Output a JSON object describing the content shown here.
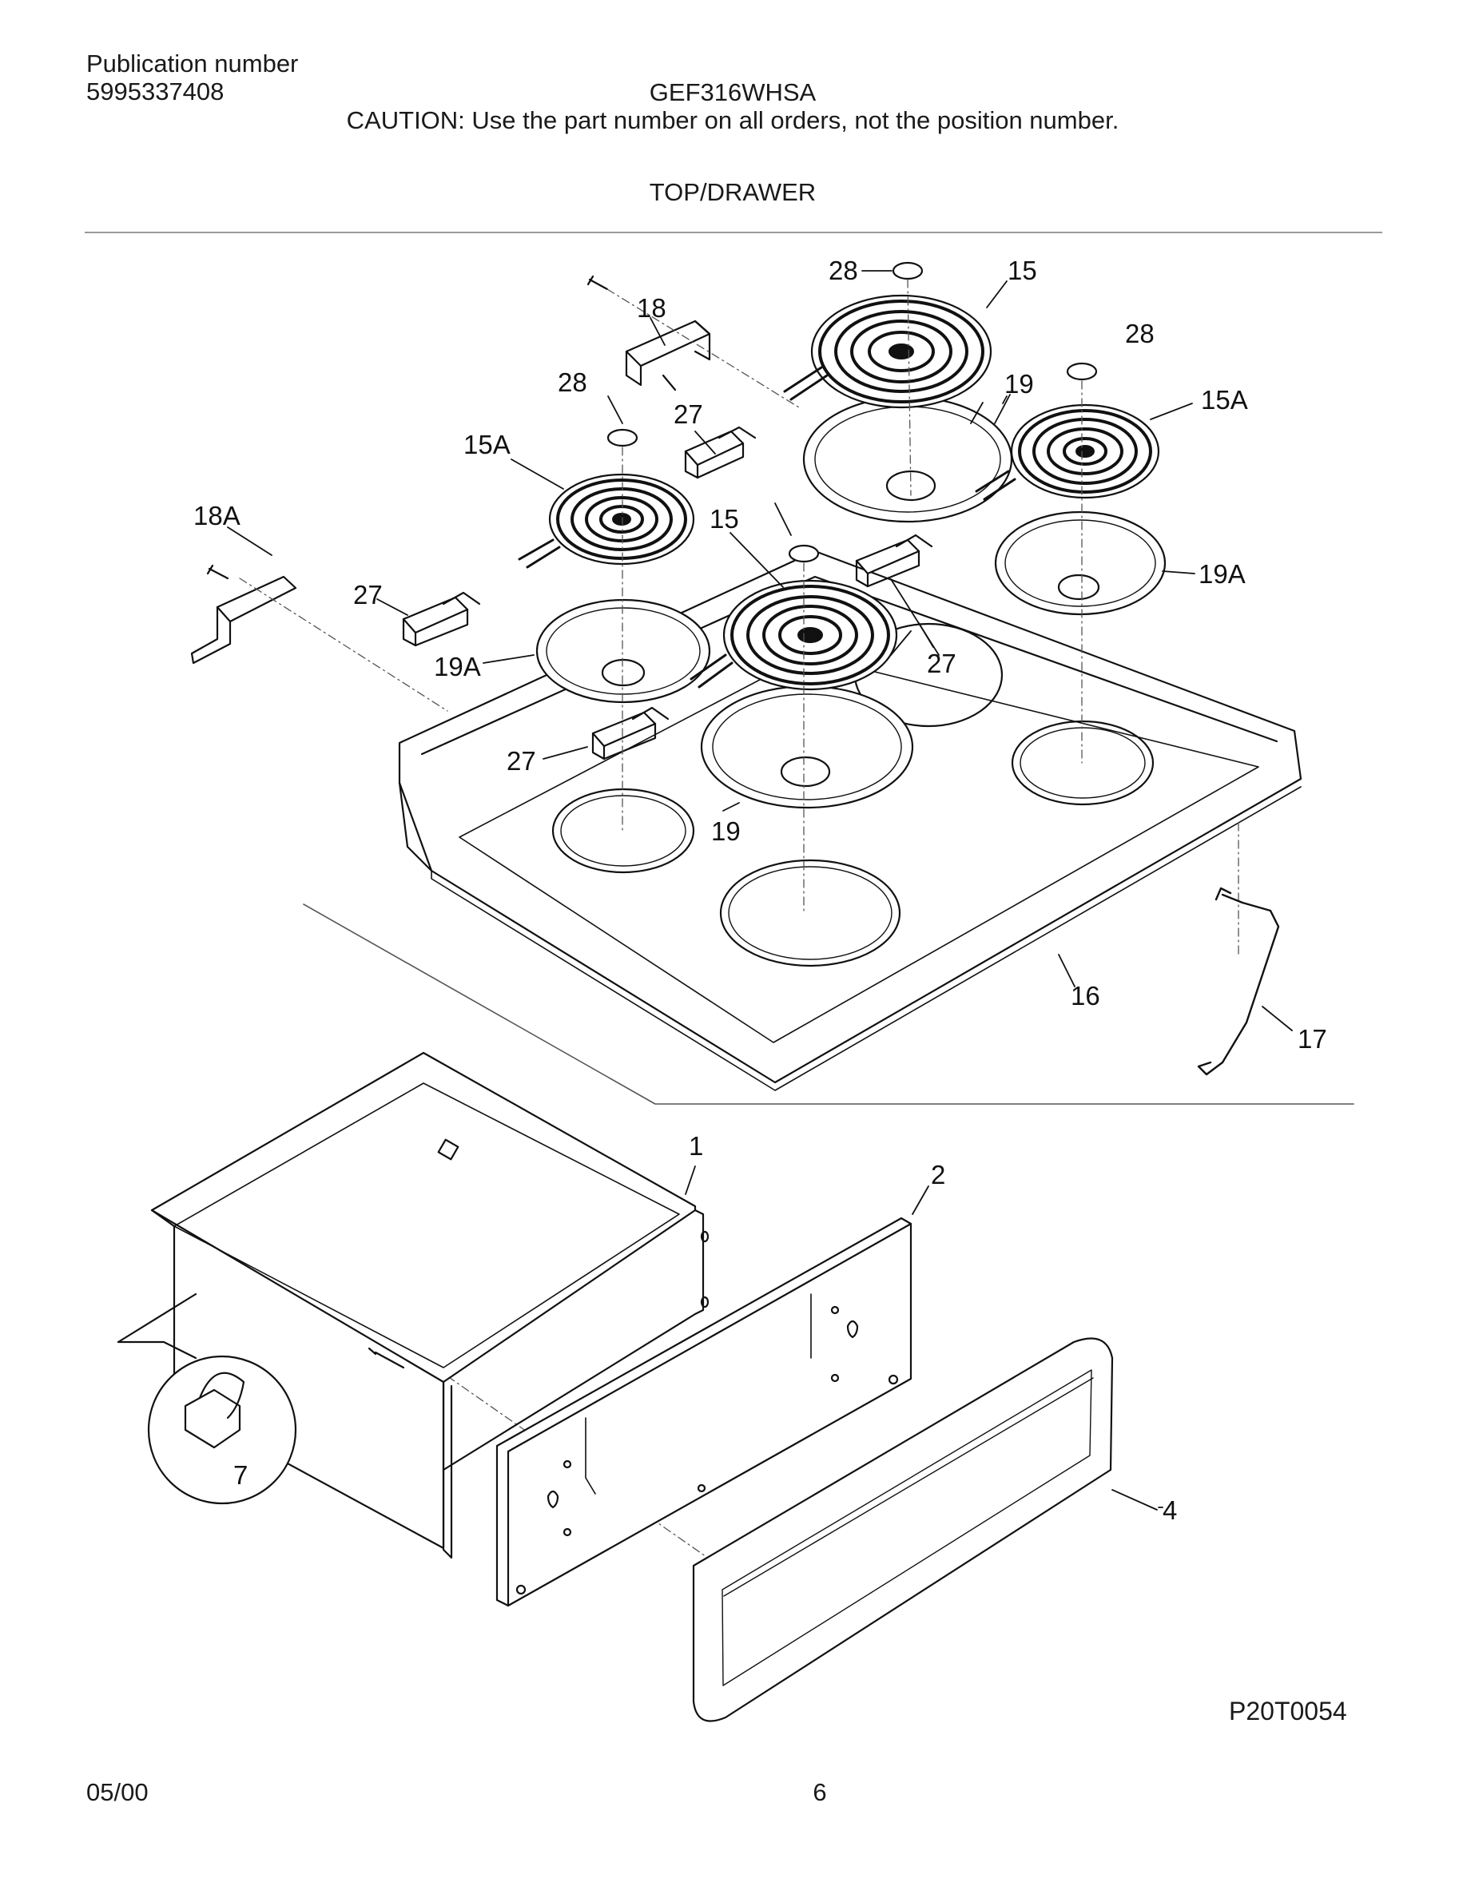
{
  "header": {
    "publication_label": "Publication number",
    "publication_number": "5995337408",
    "model": "GEF316WHSA",
    "caution": "CAUTION:  Use the part number on all orders, not the position number.",
    "section_title": "TOP/DRAWER"
  },
  "diagram": {
    "callouts": [
      "28",
      "15",
      "18",
      "28",
      "19",
      "15A",
      "27",
      "15A",
      "28",
      "15",
      "18A",
      "27",
      "19A",
      "27",
      "19A",
      "27",
      "19",
      "16",
      "17",
      "1",
      "2",
      "7",
      "4"
    ],
    "figure_code": "P20T0054"
  },
  "footer": {
    "date": "05/00",
    "page_number": "6"
  }
}
